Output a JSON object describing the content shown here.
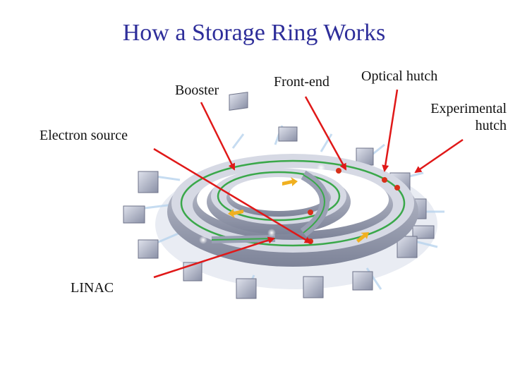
{
  "title": "How a Storage Ring Works",
  "labels": {
    "booster": "Booster",
    "front_end": "Front-end",
    "optical_hutch": "Optical hutch",
    "experimental_hutch_line1": "Experimental",
    "experimental_hutch_line2": "hutch",
    "electron_source": "Electron source",
    "linac": "LINAC"
  },
  "colors": {
    "title": "#2e2e9a",
    "arrow": "#e01818",
    "ring_body": "#9aa0b4",
    "beam_line": "#3aa84a",
    "flow_arrow": "#f0b020"
  }
}
